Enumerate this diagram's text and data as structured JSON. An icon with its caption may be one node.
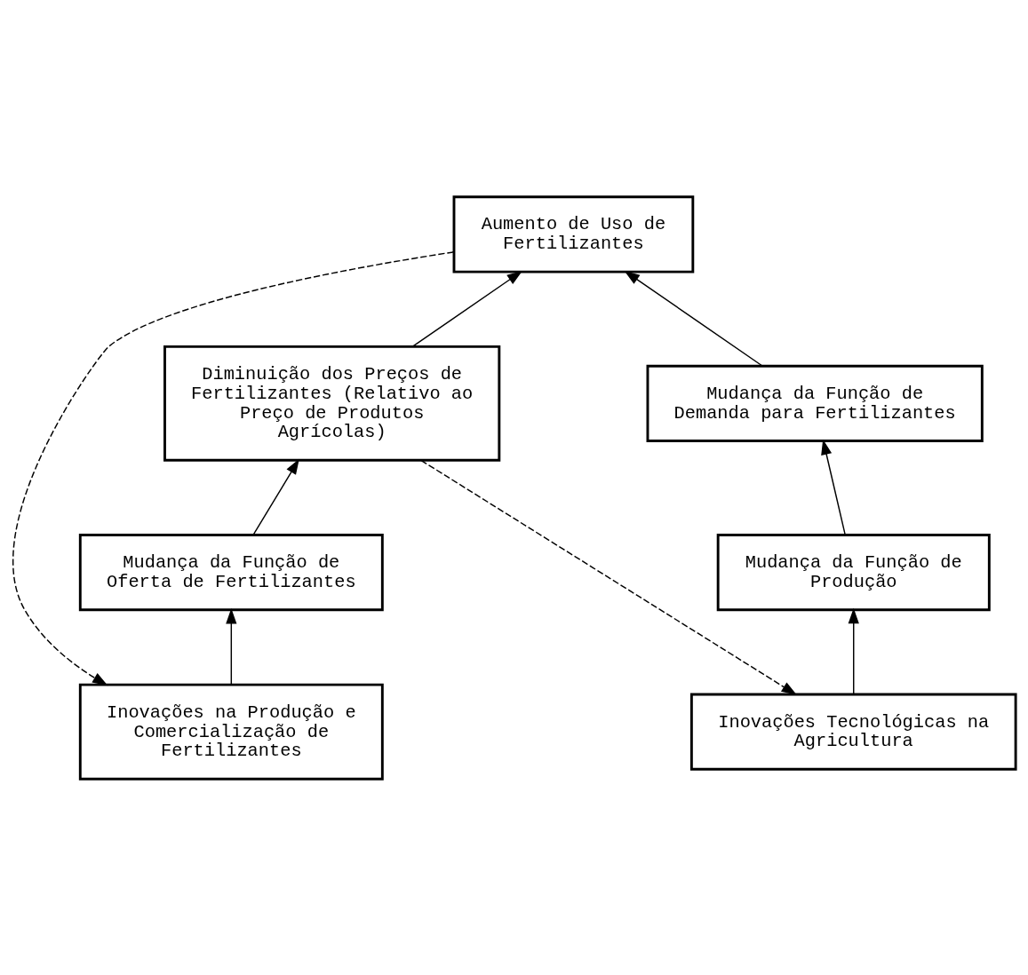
{
  "diagram": {
    "nodes": [
      {
        "text": [
          "Aumento de Uso de Fertilizantes"
        ]
      },
      {
        "text": [
          "Mudança da Função de Demanda para Fertilizantes"
        ]
      },
      {
        "text": [
          "Diminuição dos Preços de Fertilizantes (Relativo ao Preço de Produtos Agrícolas)"
        ]
      },
      {
        "text": [
          "Mudança da Função de Produção"
        ]
      },
      {
        "text": [
          "Mudança da Função de Oferta de Fertilizantes"
        ]
      },
      {
        "text": [
          "Inovações Tecnológicas na Agricultura"
        ]
      },
      {
        "text": [
          "Inovações na Produção e Comercialização de Fertilizantes"
        ]
      }
    ],
    "edges": [
      {
        "from": 1,
        "to": 0,
        "arrow": "to"
      },
      {
        "from": 2,
        "to": 0,
        "arrow": "to"
      },
      {
        "from": 3,
        "to": 1,
        "arrow": "to"
      },
      {
        "from": 4,
        "to": 2,
        "arrow": "to"
      },
      {
        "from": 5,
        "to": 3,
        "arrow": "to"
      },
      {
        "from": 6,
        "to": 4,
        "arrow": "to"
      },
      {
        "from": 0,
        "to": 6,
        "arrow": "to",
        "style": "dashed"
      },
      {
        "from": 2,
        "to": 5,
        "arrow": "to",
        "style": "dashed"
      }
    ]
  }
}
